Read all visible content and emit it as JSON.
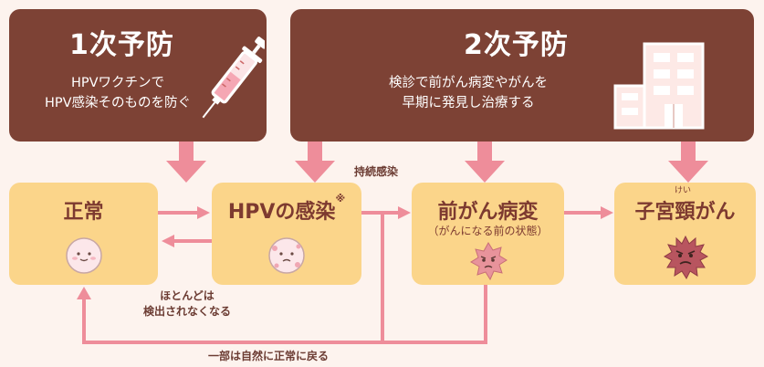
{
  "primary": {
    "title": "1次予防",
    "desc_line1": "HPVワクチンで",
    "desc_line2": "HPV感染そのものを防ぐ",
    "icon": "syringe-icon"
  },
  "secondary": {
    "title": "2次予防",
    "desc_line1": "検診で前がん病変やがんを",
    "desc_line2": "早期に発見し治療する",
    "icon": "hospital-building-icon"
  },
  "stages": {
    "normal": {
      "label": "正常"
    },
    "infection": {
      "label": "HPVの感染",
      "mark": "※"
    },
    "precancer": {
      "label": "前がん病変",
      "sub": "（がんになる前の状態）"
    },
    "cancer": {
      "label": "子宮頸がん",
      "ruby": "けい"
    }
  },
  "notes": {
    "persistent": "持続感染",
    "undetectable_line1": "ほとんどは",
    "undetectable_line2": "検出されなくなる",
    "regress": "一部は自然に正常に戻る"
  },
  "colors": {
    "banner": "#7d4235",
    "box": "#fbd58a",
    "arrow": "#ee8d9a",
    "background": "#fdf3ee"
  }
}
